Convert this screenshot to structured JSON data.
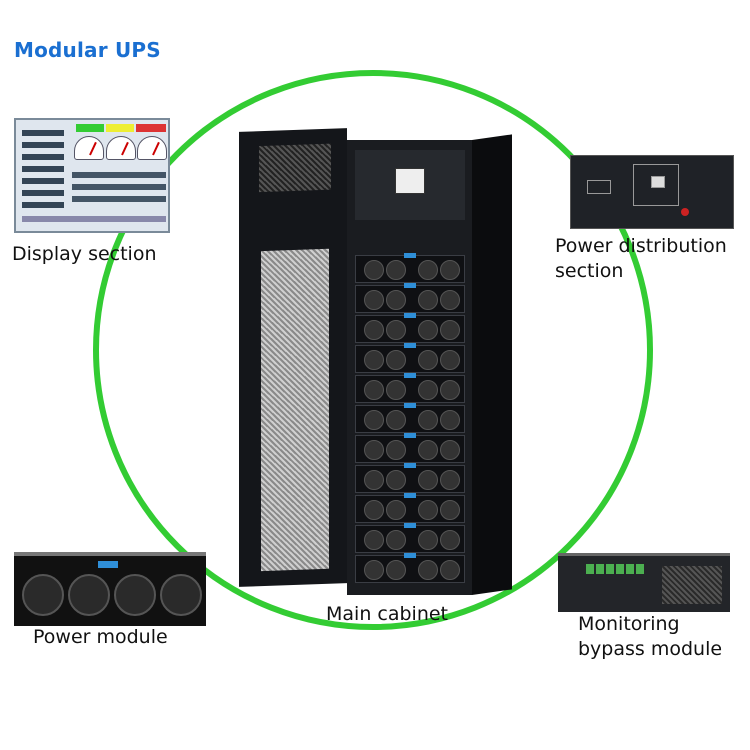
{
  "title": "Modular UPS",
  "colors": {
    "title": "#1a6fd1",
    "ring": "#33cc33",
    "label": "#111111"
  },
  "labels": {
    "display_section": "Display section",
    "power_distribution_section": "Power distribution\nsection",
    "power_module": "Power module",
    "main_cabinet": "Main cabinet",
    "monitoring_bypass_module": "Monitoring\nbypass module"
  }
}
